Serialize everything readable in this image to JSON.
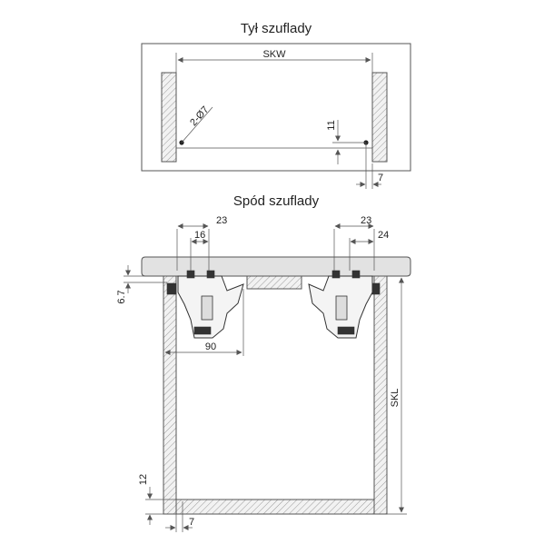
{
  "back_view": {
    "title": "Tył szuflady",
    "width_label": "SKW",
    "hole_label": "2-Ø7",
    "height_label": "11",
    "offset_label": "7"
  },
  "bottom_view": {
    "title": "Spód szuflady",
    "left_top_outer": "23",
    "left_top_inner": "16",
    "right_top_outer": "23",
    "right_top_inner": "24",
    "left_side_dim": "6.7",
    "width_dim": "90",
    "length_label": "SKL",
    "bottom_height": "12",
    "bottom_offset": "7"
  }
}
